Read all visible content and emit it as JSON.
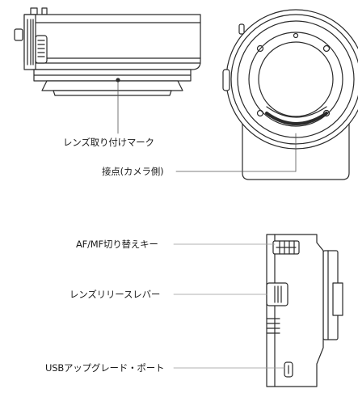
{
  "labels": {
    "lens_mark": "レンズ取り付けマーク",
    "contacts": "接点(カメラ側)",
    "af_mf_switch": "AF/MF切り替えキー",
    "lens_release": "レンズリリースレバー",
    "usb_port": "USBアップグレード・ポート"
  }
}
